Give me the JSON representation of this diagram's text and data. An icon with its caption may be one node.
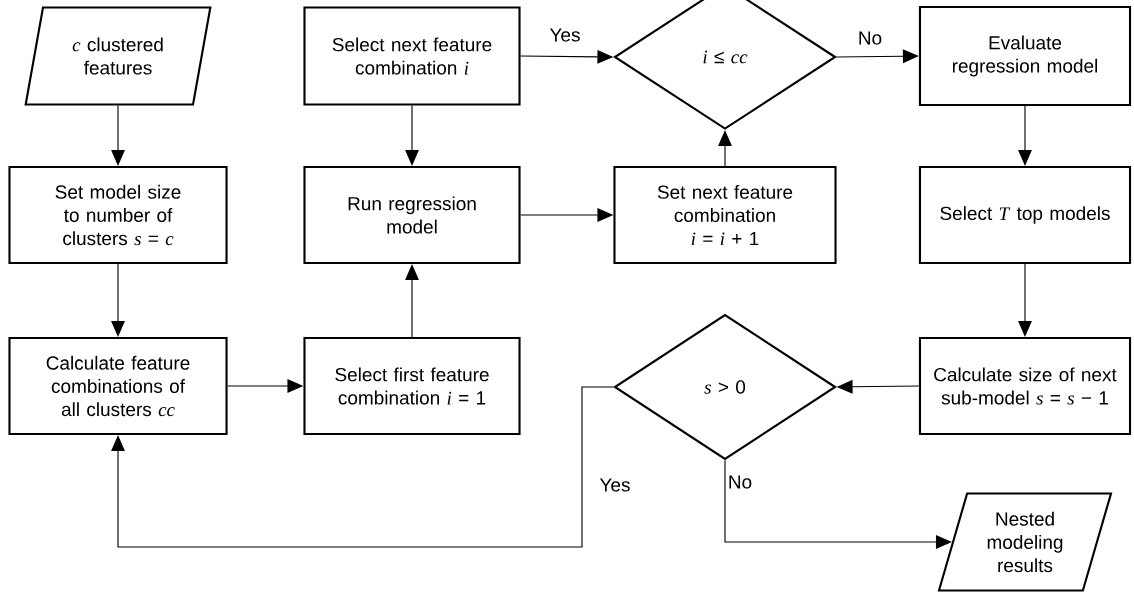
{
  "diagram": {
    "nodes": [
      {
        "text": [
          "*c* clustered features"
        ]
      },
      {
        "text": [
          "Set model size to number of clusters *s* = *c*"
        ]
      },
      {
        "text": [
          "Calculate feature combinations of all clusters *cc*"
        ]
      },
      {
        "text": [
          "Select next feature combination *i*"
        ]
      },
      {
        "text": [
          "Run regression model"
        ]
      },
      {
        "text": [
          "Select first feature combination *i* = 1"
        ]
      },
      {
        "text": [
          "*i* ≤ *cc*"
        ]
      },
      {
        "text": [
          "Set next feature combination *i* = *i* + 1"
        ]
      },
      {
        "text": [
          "Evaluate regression model"
        ]
      },
      {
        "text": [
          "Select *T* top models"
        ]
      },
      {
        "text": [
          "Calculate size of next sub-model *s* = *s* − 1"
        ]
      },
      {
        "text": [
          "*s* > 0"
        ]
      },
      {
        "text": [
          "Nested modeling results"
        ]
      }
    ],
    "edges": [
      {
        "from": 0,
        "to": 1,
        "arrow": "to"
      },
      {
        "from": 1,
        "to": 2,
        "arrow": "to"
      },
      {
        "from": 2,
        "to": 5,
        "arrow": "to"
      },
      {
        "from": 5,
        "to": 4,
        "arrow": "to"
      },
      {
        "from": 3,
        "to": 4,
        "arrow": "to"
      },
      {
        "from": 4,
        "to": 7,
        "arrow": "to"
      },
      {
        "from": 7,
        "to": 6,
        "arrow": "to"
      },
      {
        "from": 3,
        "to": 6,
        "arrow": "to",
        "label": "Yes"
      },
      {
        "from": 6,
        "to": 8,
        "arrow": "to",
        "label": "No"
      },
      {
        "from": 8,
        "to": 9,
        "arrow": "to"
      },
      {
        "from": 9,
        "to": 10,
        "arrow": "to"
      },
      {
        "from": 10,
        "to": 11,
        "arrow": "to"
      },
      {
        "from": 11,
        "to": 2,
        "arrow": "to",
        "label": "Yes"
      },
      {
        "from": 11,
        "to": 12,
        "arrow": "to",
        "label": "No"
      }
    ]
  }
}
